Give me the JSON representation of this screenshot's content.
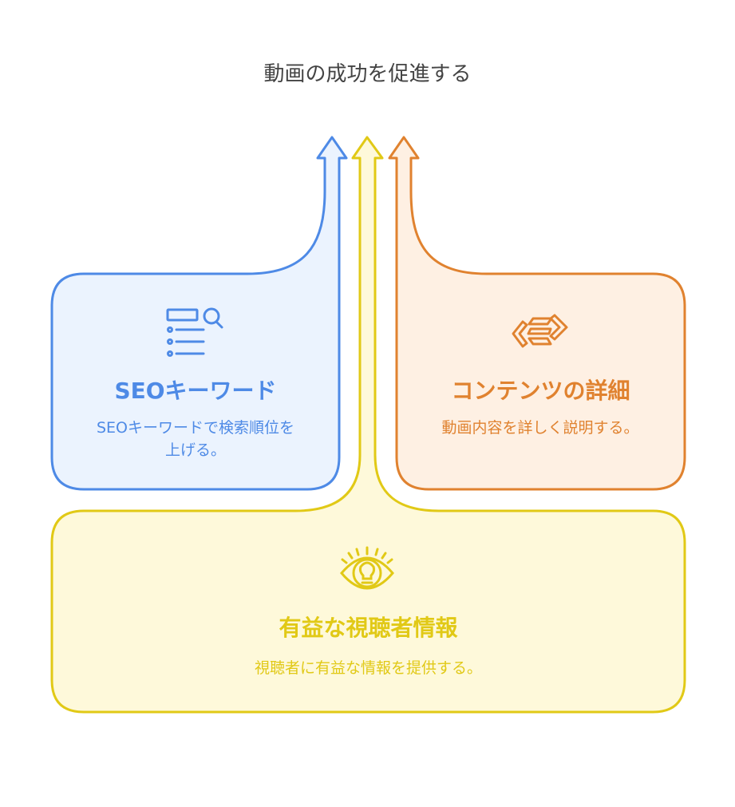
{
  "title": "動画の成功を促進する",
  "colors": {
    "blue": "#4E8AE6",
    "blue_fill": "#EBF3FE",
    "orange": "#E0822F",
    "orange_fill": "#FEF0E3",
    "yellow": "#E1C916",
    "yellow_fill": "#FEF9DA"
  },
  "cards": [
    {
      "heading": "SEOキーワード",
      "description": "SEOキーワードで検索順位を上げる。",
      "icon": "list-search-icon"
    },
    {
      "heading": "コンテンツの詳細",
      "description": "動画内容を詳しく説明する。",
      "icon": "chevrons-layers-icon"
    },
    {
      "heading": "有益な視聴者情報",
      "description": "視聴者に有益な情報を提供する。",
      "icon": "eye-lightbulb-icon"
    }
  ]
}
